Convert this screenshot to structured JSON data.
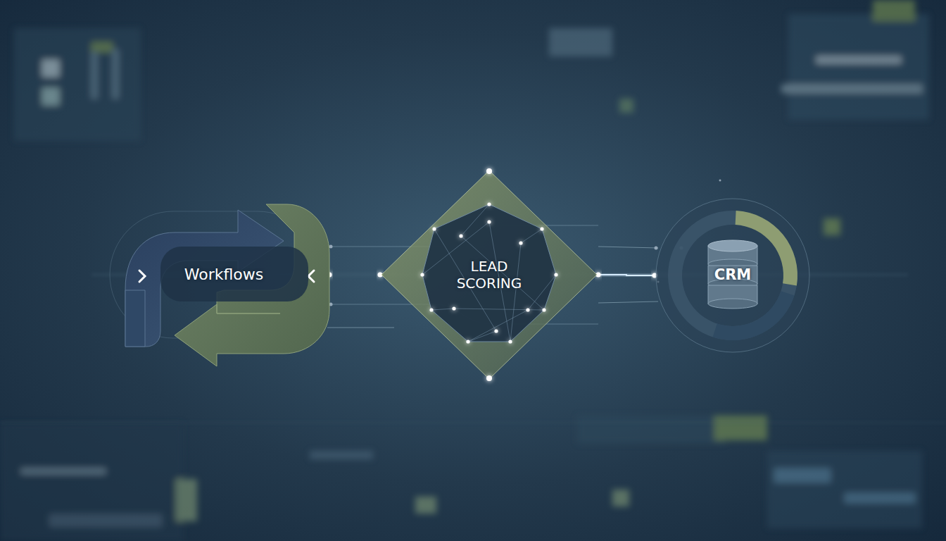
{
  "diagram": {
    "nodes": [
      {
        "text": [
          "Workflows"
        ]
      },
      {
        "text": [
          "LEAD SCORING"
        ]
      },
      {
        "text": [
          "CRM"
        ]
      }
    ],
    "edges": [
      {
        "from": 0,
        "to": 1,
        "arrow": "none"
      },
      {
        "from": 1,
        "to": 2,
        "arrow": "none"
      }
    ]
  }
}
